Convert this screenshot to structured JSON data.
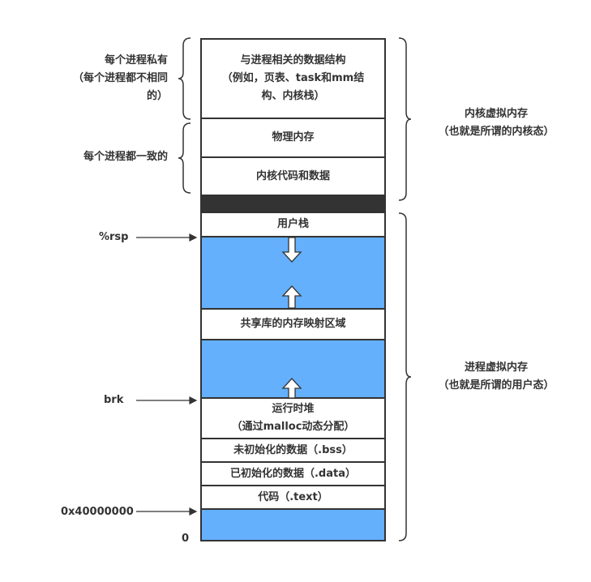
{
  "kernel_segments": {
    "task_structs": [
      "与进程相关的数据结构",
      "（例如，页表、task和mm结",
      "构、内核栈）"
    ],
    "physical_memory": "物理内存",
    "kernel_code": "内核代码和数据"
  },
  "user_segments": {
    "user_stack": "用户栈",
    "shared_libs": "共享库的内存映射区域",
    "heap": [
      "运行时堆",
      "（通过malloc动态分配）"
    ],
    "bss": "未初始化的数据（.bss）",
    "data": "已初始化的数据（.data）",
    "text": "代码（.text）"
  },
  "left_labels": {
    "private": [
      "每个进程私有",
      "（每个进程都不相同",
      "的）"
    ],
    "shared": "每个进程都一致的",
    "rsp": "%rsp",
    "brk": "brk",
    "text_addr": "0x40000000",
    "zero": "0"
  },
  "right_labels": {
    "kernel": [
      "内核虚拟内存",
      "（也就是所谓的内核态）"
    ],
    "user": [
      "进程虚拟内存",
      "（也就是所谓的用户态）"
    ]
  },
  "colors": {
    "free": "#64b0fc",
    "border": "#333333"
  }
}
